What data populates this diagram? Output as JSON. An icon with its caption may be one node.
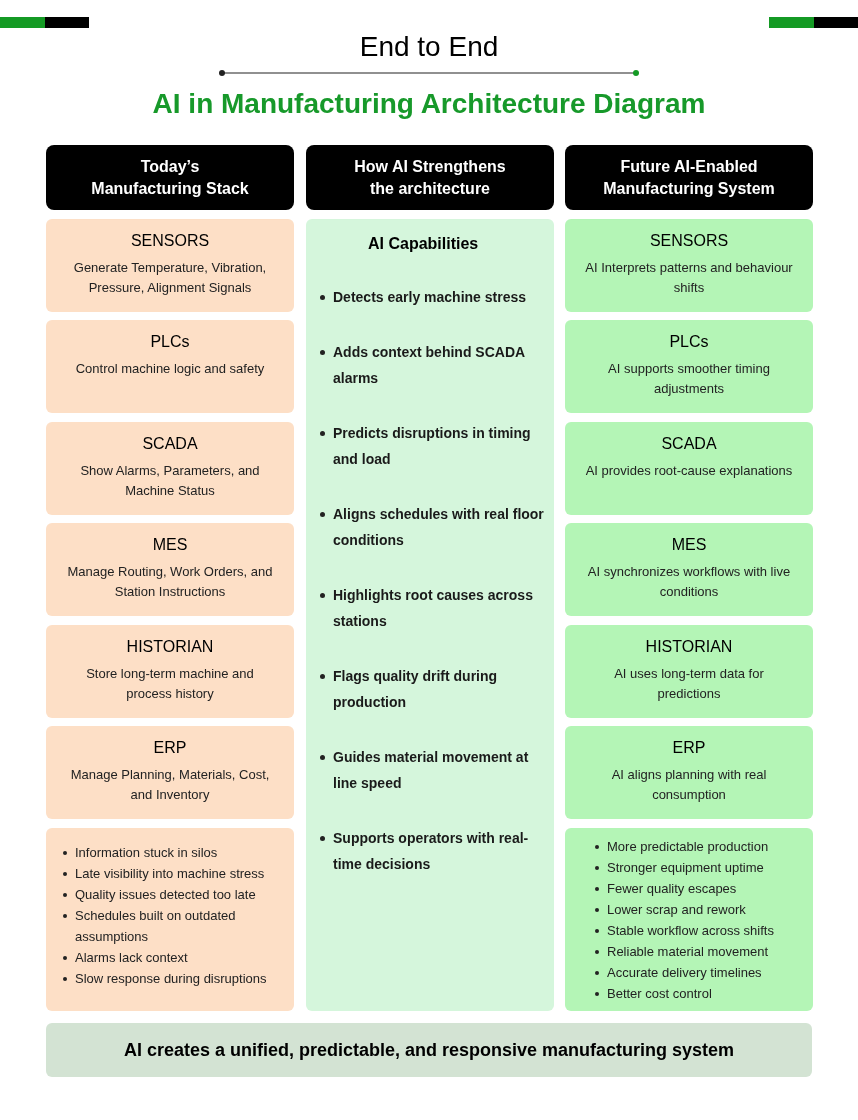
{
  "diagram": {
    "title": "End to End",
    "nodes": [
      {
        "text": [
          "Today’s Manufacturing Stack"
        ]
      },
      {
        "text": [
          "How AI Strengthens the architecture"
        ]
      },
      {
        "text": [
          "Future AI-Enabled Manufacturing System"
        ]
      },
      {
        "text": [
          "SENSORS",
          "Generate Temperature, Vibration, Pressure, Alignment Signals"
        ]
      },
      {
        "text": [
          "PLCs",
          "Control machine logic and safety"
        ]
      },
      {
        "text": [
          "SCADA",
          "Show Alarms, Parameters, and Machine Status"
        ]
      },
      {
        "text": [
          "MES",
          "Manage Routing, Work Orders, and Station Instructions"
        ]
      },
      {
        "text": [
          "HISTORIAN",
          "Store long-term machine and process history"
        ]
      },
      {
        "text": [
          "ERP",
          "Manage Planning, Materials, Cost, and Inventory"
        ]
      },
      {
        "text": [
          "Information stuck in silos",
          "Late visibility into machine stress",
          "Quality issues detected too late",
          "Schedules built on outdated assumptions",
          "Alarms lack context",
          "Slow response during disruptions"
        ]
      },
      {
        "text": [
          "AI Capabilities",
          "Detects early machine stress",
          "Adds context behind SCADA alarms",
          "Predicts disruptions in timing and load",
          "Aligns schedules with real floor conditions",
          "Highlights root causes across stations",
          "Flags quality drift during production",
          "Guides material movement at line speed",
          "Supports operators with real-time decisions"
        ]
      },
      {
        "text": [
          "SENSORS",
          "AI Interprets patterns and behaviour shifts"
        ]
      },
      {
        "text": [
          "PLCs",
          "AI supports smoother timing adjustments"
        ]
      },
      {
        "text": [
          "SCADA",
          "AI provides root-cause explanations"
        ]
      },
      {
        "text": [
          "MES",
          "AI synchronizes workflows with live conditions"
        ]
      },
      {
        "text": [
          "HISTORIAN",
          "AI uses long-term data for predictions"
        ]
      },
      {
        "text": [
          "ERP",
          "AI aligns planning with real consumption"
        ]
      },
      {
        "text": [
          "More predictable production",
          "Stronger equipment uptime",
          "Fewer quality escapes",
          "Lower scrap and rework",
          "Stable workflow across shifts",
          "Reliable material movement",
          "Accurate delivery timelines",
          "Better cost control"
        ]
      },
      {
        "text": [
          "AI creates a unified, predictable, and responsive manufacturing system"
        ]
      }
    ],
    "labels": [
      "AI in Manufacturing Architecture Diagram"
    ]
  }
}
